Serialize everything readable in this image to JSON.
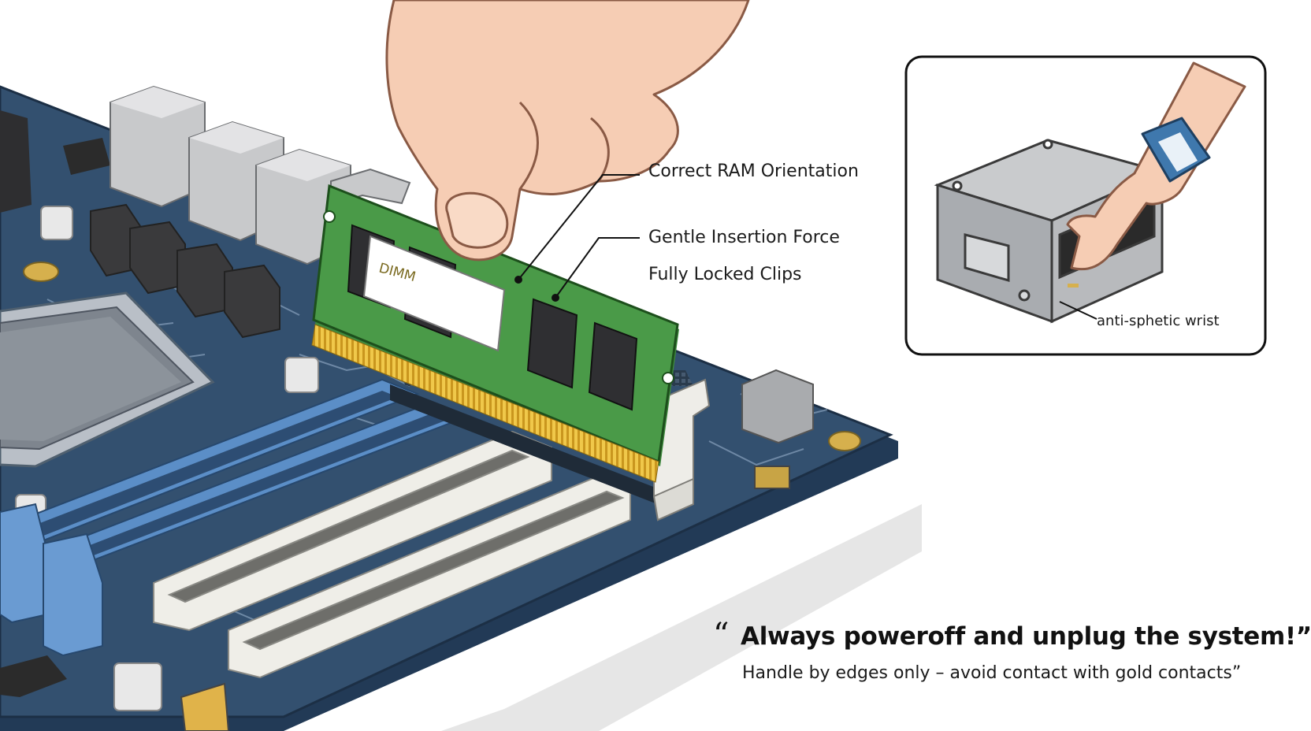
{
  "callouts": {
    "orientation": "Correct RAM Orientation",
    "insertion_force": "Gentle Insertion Force",
    "locked_clips": "Fully Locked Clips"
  },
  "module": {
    "label": "DIMM"
  },
  "inset": {
    "caption": "anti-sphetic wrist"
  },
  "warning": {
    "open_quote": "“",
    "title": "Always poweroff and unplug the system!”",
    "subtitle": "Handle by edges only – avoid contact with gold contacts”"
  },
  "colors": {
    "board": "#33506f",
    "board_edge": "#223a56",
    "ram_pcb": "#4a9a48",
    "gold": "#d4a52a",
    "skin": "#f6cdb4",
    "blue_slot": "#5b8ec7",
    "white_slot": "#efeee8"
  },
  "icons": [
    "hand-icon",
    "ram-module-icon",
    "motherboard-icon",
    "wrist-strap-icon",
    "power-supply-icon"
  ]
}
